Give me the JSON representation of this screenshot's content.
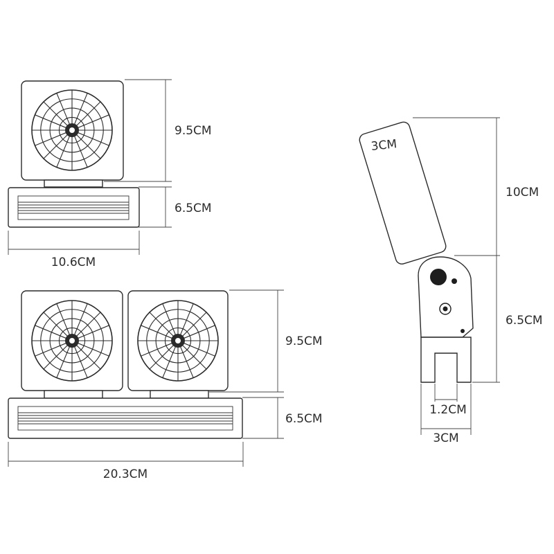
{
  "dimensions": {
    "single_fan_height": "9.5CM",
    "single_base_height": "6.5CM",
    "single_width": "10.6CM",
    "double_fan_height": "9.5CM",
    "double_base_height": "6.5CM",
    "double_width": "20.3CM",
    "clip_top_label": "3CM",
    "clip_arm_length": "10CM",
    "clip_lower_length": "6.5CM",
    "clip_slot_width": "1.2CM",
    "clip_total_width": "3CM"
  }
}
